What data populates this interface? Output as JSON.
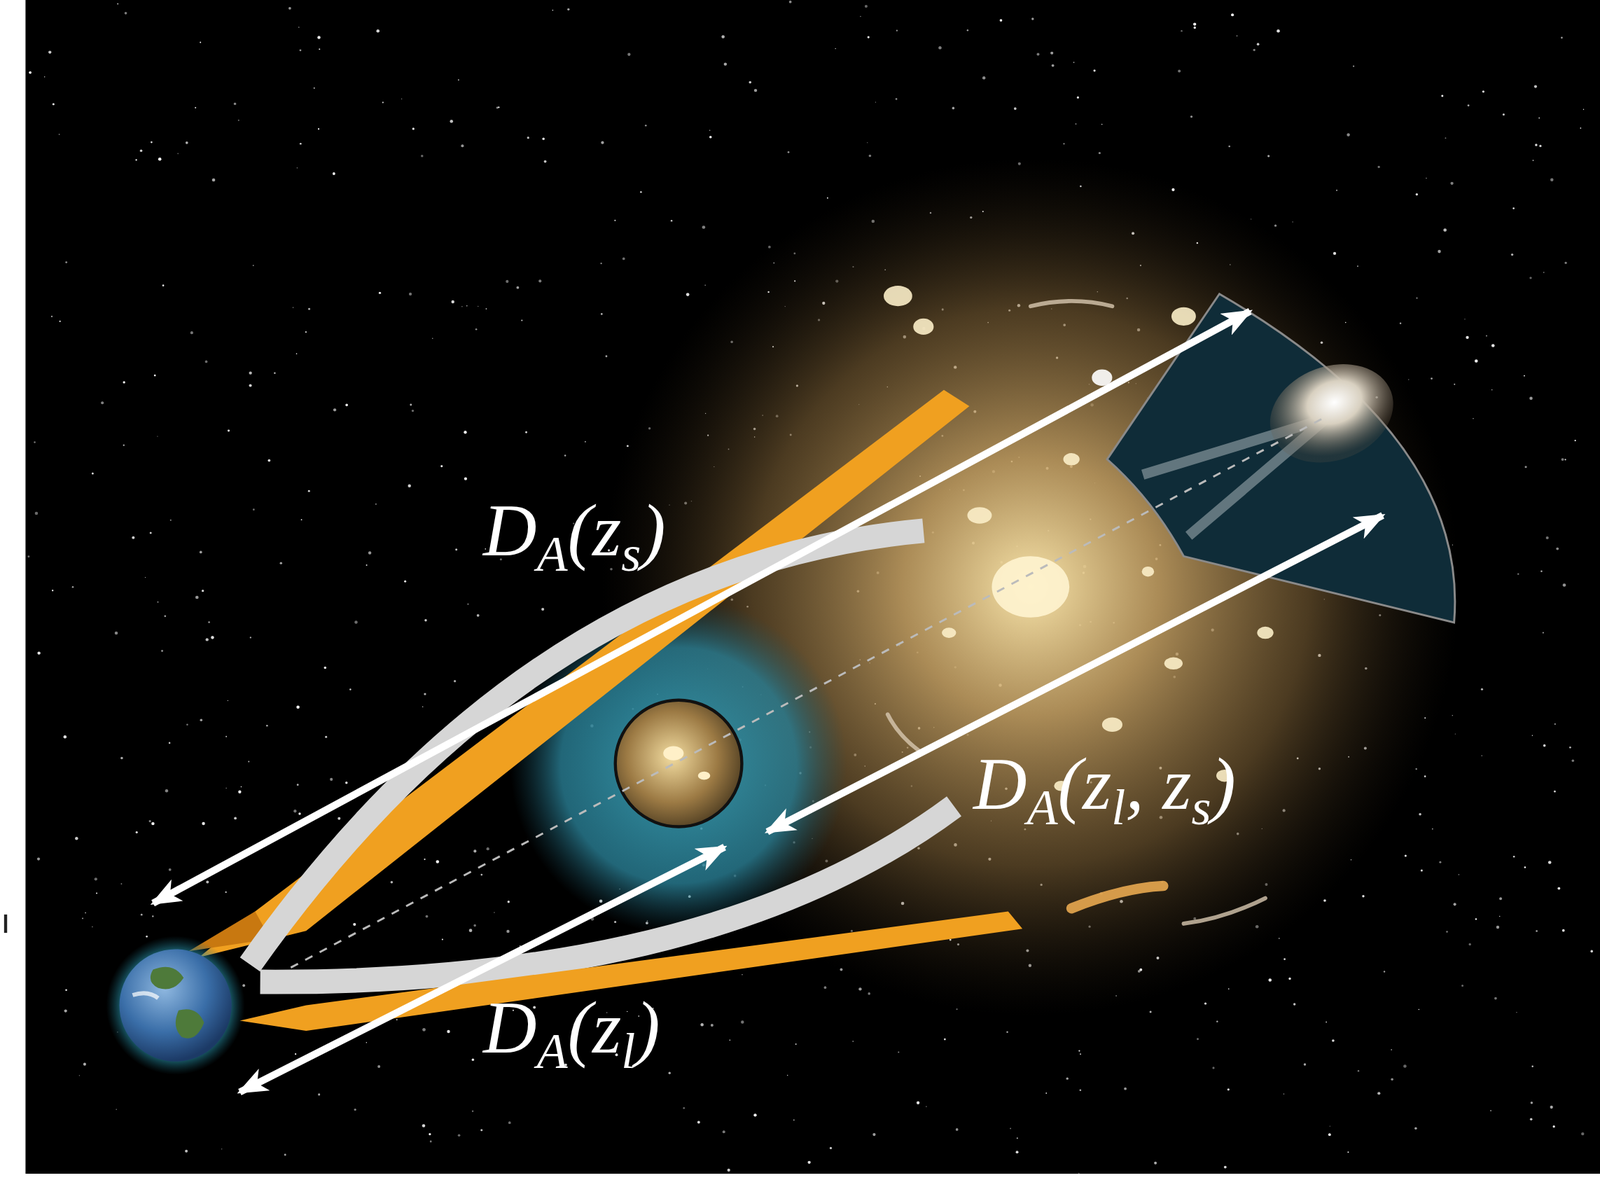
{
  "diagram": {
    "labels": [
      "DA(zs)",
      "DA(zl, zs)",
      "DA(zl)"
    ]
  }
}
